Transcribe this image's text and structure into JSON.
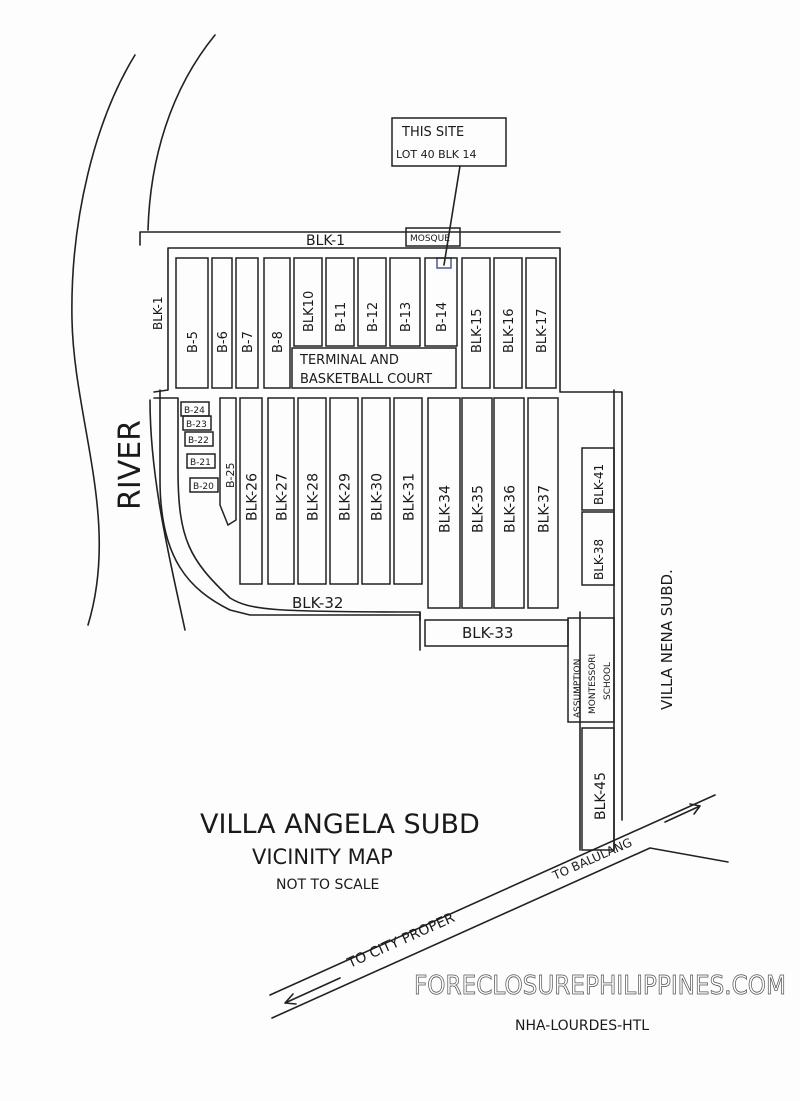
{
  "site_marker": {
    "line1": "THIS SITE",
    "line2": "LOT 40   BLK 14"
  },
  "landmarks": {
    "river": "RIVER",
    "mosque": "MOSQUE",
    "terminal_line1": "TERMINAL AND",
    "terminal_line2": "BASKETBALL COURT",
    "school": [
      "ASSUMPTION",
      "MONTESSORI",
      "SCHOOL"
    ],
    "neighbor_subd": "VILLA NENA SUBD.",
    "road_city": "TO CITY PROPER",
    "road_balulang": "TO BALULANG",
    "nha": "NHA-LOURDES-HTL"
  },
  "title": {
    "line1": "VILLA ANGELA SUBD",
    "line2": "VICINITY MAP",
    "line3": "NOT TO SCALE"
  },
  "blocks": {
    "blk1_top": "BLK-1",
    "blk1_side": "BLK-1",
    "b5": "B-5",
    "b6": "B-6",
    "b7": "B-7",
    "b8": "B-8",
    "b10": "BLK10",
    "b11": "B-11",
    "b12": "B-12",
    "b13": "B-13",
    "b14": "B-14",
    "b15": "BLK-15",
    "b16": "BLK-16",
    "b17": "BLK-17",
    "b24": "B-24",
    "b23": "B-23",
    "b22": "B-22",
    "b21": "B-21",
    "b20": "B-20",
    "b25": "B-25",
    "b26": "BLK-26",
    "b27": "BLK-27",
    "b28": "BLK-28",
    "b29": "BLK-29",
    "b30": "BLK-30",
    "b31": "BLK-31",
    "b34": "BLK-34",
    "b35": "BLK-35",
    "b36": "BLK-36",
    "b37": "BLK-37",
    "b41": "BLK-41",
    "b38": "BLK-38",
    "b32": "BLK-32",
    "b33": "BLK-33",
    "b45": "BLK-45"
  },
  "watermark": "FORECLOSUREPHILIPPINES.COM"
}
